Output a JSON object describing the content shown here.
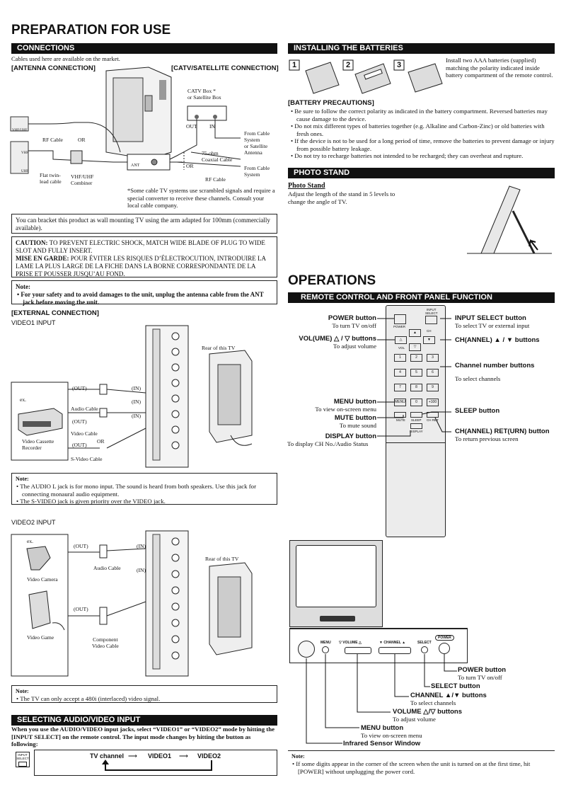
{
  "page_title": "PREPARATION FOR USE",
  "connections": {
    "bar": "CONNECTIONS",
    "intro": "Cables used here are available on the market.",
    "antenna_head": "[ANTENNA CONNECTION]",
    "catv_head": "[CATV/SATELLITE CONNECTION]",
    "labels": {
      "catv_box": "CATV Box *\nor Satellite Box",
      "out": "OUT",
      "in": "IN",
      "rf_cable": "RF Cable",
      "or": "OR",
      "from_cable_sys": "From Cable\nSystem\nor Satellite\nAntenna",
      "coaxial": "75-ohm\nCoaxial Cable",
      "from_cable": "From Cable\nSystem",
      "rf_cable2": "RF Cable",
      "ant": "ANT",
      "flat_twin": "Flat twin-\nlead cable",
      "combiner": "VHF/UHF\nCombiner",
      "vhf": "VHF",
      "uhf": "UHF",
      "vhfuhf": "VHF/UHF"
    },
    "scramble_note": "*Some cable TV systems use scrambled signals and require a special converter to receive these channels. Consult your local cable company.",
    "bracket": "You can bracket this product as wall mounting TV using the arm adapted for 100mm (commercially available).",
    "caution_label": "CAUTION:",
    "caution": "TO PREVENT ELECTRIC SHOCK, MATCH WIDE BLADE OF PLUG TO WIDE SLOT AND FULLY INSERT.",
    "mise_label": "MISE EN GARDE:",
    "mise": "POUR ÉVITER LES RISQUES D’ÉLECTROCUTION, INTRODUIRE LA LAME LA PLUS LARGE DE LA FICHE DANS LA BORNE CORRESPONDANTE DE LA PRISE ET POUSSER JUSQU’AU FOND.",
    "note_label": "Note:",
    "note": "For your safety and to avoid damages to the unit, unplug the antenna cable from the ANT jack before moving the unit."
  },
  "external": {
    "head": "[EXTERNAL CONNECTION]",
    "video1": "VIDEO1 INPUT",
    "v1": {
      "ex": "ex.",
      "out1": "(OUT)",
      "in1": "(IN)",
      "in2": "(IN)",
      "out2": "(OUT)",
      "in3": "(IN)",
      "out3": "(OUT)",
      "audio_cable": "Audio Cable",
      "video_cable": "Video Cable",
      "or": "OR",
      "svideo_cable": "S-Video Cable",
      "vcr": "Video Cassette\nRecorder",
      "rear": "Rear of this TV"
    },
    "note1_label": "Note:",
    "note1_items": [
      "The AUDIO L jack is for mono input. The sound is heard from both speakers. Use this jack for connecting monaural audio equipment.",
      "The S-VIDEO jack is given priority over the VIDEO jack."
    ],
    "video2": "VIDEO2 INPUT",
    "v2": {
      "ex": "ex.",
      "out1": "(OUT)",
      "in1": "(IN)",
      "in2": "(IN)",
      "out2": "(OUT)",
      "audio_cable": "Audio Cable",
      "camera": "Video Camera",
      "game": "Video Game",
      "component": "Component\nVideo Cable",
      "rear": "Rear of this TV"
    },
    "note2_label": "Note:",
    "note2_items": [
      "The TV can only accept a 480i (interlaced) video signal."
    ]
  },
  "selecting": {
    "bar": "SELECTING AUDIO/VIDEO INPUT",
    "text": "When you use the AUDIO/VIDEO input jacks, select “VIDEO1” or “VIDEO2” mode by hitting the [INPUT SELECT] on the remote control. The input mode changes by hitting the button as following:",
    "btn": "INPUT\nSELECT",
    "flow": [
      "TV channel",
      "VIDEO1",
      "VIDEO2"
    ]
  },
  "batteries": {
    "bar": "INSTALLING THE BATTERIES",
    "steps": [
      "1",
      "2",
      "3"
    ],
    "text": "Install two AAA batteries (supplied) matching the polarity indicated inside battery compartment of the remote control.",
    "prec_head": "[BATTERY PRECAUTIONS]",
    "items": [
      "Be sure to follow the correct polarity as indicated in the battery compartment. Reversed batteries may cause damage to the device.",
      "Do not mix different types of batteries together (e.g. Alkaline and Carbon-Zinc) or old batteries with fresh ones.",
      "If the device is not to be used for a long period of time, remove the batteries to prevent damage or injury from possible battery leakage.",
      "Do not try to recharge batteries not intended to be recharged; they can overheat and rupture."
    ]
  },
  "photo_stand": {
    "bar": "PHOTO STAND",
    "head": "Photo Stand",
    "text": "Adjust the length of the stand in 5 levels to change the angle of TV."
  },
  "operations": {
    "title": "OPERATIONS",
    "bar": "REMOTE CONTROL AND FRONT PANEL FUNCTION",
    "left_callouts": [
      {
        "t": "POWER button",
        "s": "To turn TV on/off"
      },
      {
        "t": "VOL(UME) △ / ▽ buttons",
        "s": "To adjust volume"
      },
      {
        "t": "MENU button",
        "s": "To view on-screen menu"
      },
      {
        "t": "MUTE button",
        "s": "To mute sound"
      },
      {
        "t": "DISPLAY button",
        "s": "To display CH No./Audio Status"
      }
    ],
    "right_callouts": [
      {
        "t": "INPUT SELECT button",
        "s": "To select TV or external input"
      },
      {
        "t": "CH(ANNEL) ▲ / ▼ buttons",
        "s": ""
      },
      {
        "t": "Channel number buttons",
        "s": "To select channels"
      },
      {
        "t": "SLEEP button",
        "s": ""
      },
      {
        "t": "CH(ANNEL) RET(URN) button",
        "s": "To return previous screen"
      }
    ],
    "remote_keys": {
      "power": "POWER",
      "input": "INPUT\nSELECT",
      "ch": "CH",
      "vol": "VOL",
      "nums": [
        "1",
        "2",
        "3",
        "4",
        "5",
        "6",
        "7",
        "8",
        "9"
      ],
      "menu": "MENU",
      "zero": "0",
      "plus100": "+100",
      "mute": "MUTE",
      "sleep": "SLEEP",
      "chret": "CH RET",
      "display": "DISPLAY"
    },
    "panel": {
      "menu": "MENU",
      "volume": "▽  VOLUME  △",
      "channel": "▼  CHANNEL  ▲",
      "select": "SELECT",
      "power": "POWER"
    },
    "panel_callouts": [
      {
        "t": "POWER button",
        "s": "To turn TV on/off"
      },
      {
        "t": "SELECT button",
        "s": ""
      },
      {
        "t": "CHANNEL ▲/▼ buttons",
        "s": "To select channels"
      },
      {
        "t": "VOLUME △/▽ buttons",
        "s": "To adjust volume"
      },
      {
        "t": "MENU button",
        "s": "To view on-screen menu"
      },
      {
        "t": "Infrared Sensor Window",
        "s": ""
      }
    ],
    "note_label": "Note:",
    "note": "If some digits appear in the corner of the screen when the unit is turned on at the first time, hit [POWER] without unplugging the power cord."
  }
}
